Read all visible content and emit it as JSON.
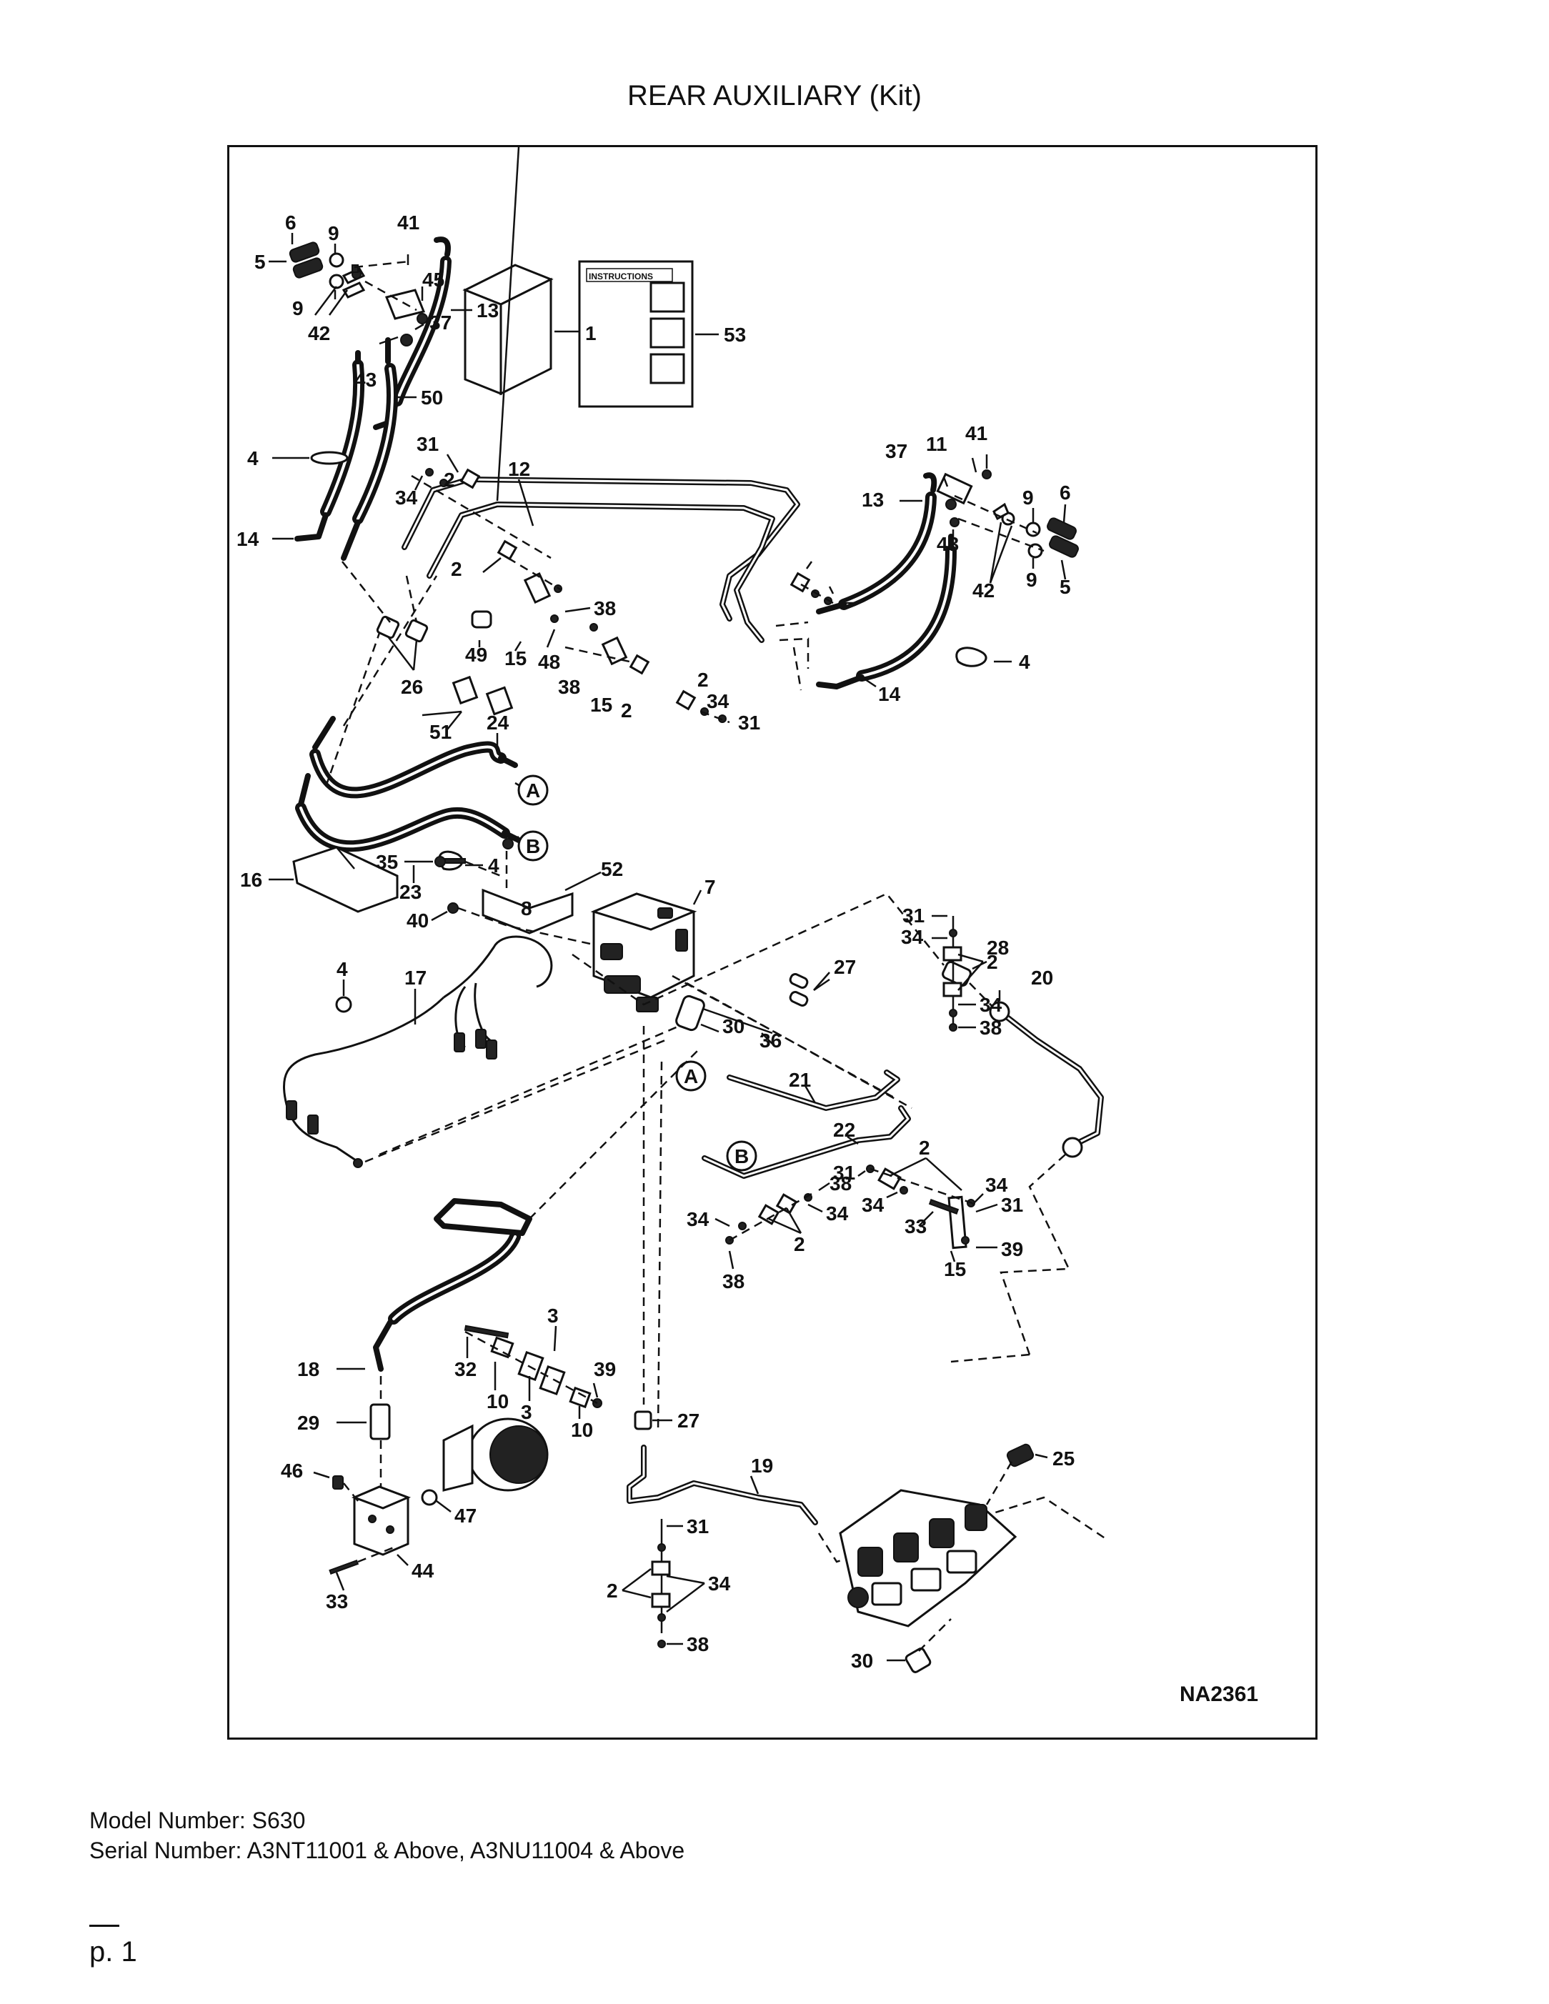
{
  "title": "REAR AUXILIARY (Kit)",
  "model_number": "Model Number: S630",
  "serial_number": "Serial Number: A3NT11001 & Above, A3NU11004 & Above",
  "page_number": "p. 1",
  "figure_code": "NA2361",
  "instructions_label": "INSTRUCTIONS",
  "connector_a": "A",
  "connector_b": "B",
  "callouts": [
    "1",
    "2",
    "3",
    "4",
    "5",
    "6",
    "7",
    "8",
    "9",
    "10",
    "11",
    "12",
    "13",
    "14",
    "15",
    "16",
    "17",
    "18",
    "19",
    "20",
    "21",
    "22",
    "23",
    "24",
    "25",
    "26",
    "27",
    "28",
    "29",
    "30",
    "31",
    "32",
    "33",
    "34",
    "35",
    "36",
    "37",
    "38",
    "39",
    "40",
    "41",
    "42",
    "43",
    "44",
    "45",
    "46",
    "47",
    "48",
    "49",
    "50",
    "51",
    "52",
    "53"
  ]
}
